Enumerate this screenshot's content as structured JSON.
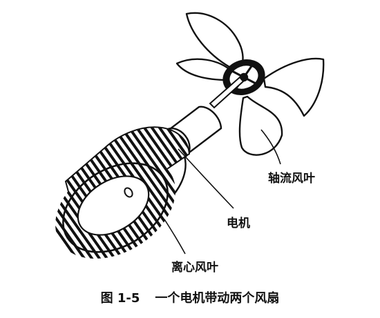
{
  "labels": {
    "axial_fan": "轴流风叶",
    "motor": "电机",
    "centrifugal_fan": "离心风叶"
  },
  "caption": {
    "number": "图 1-5",
    "text": "一个电机带动两个风扇"
  },
  "colors": {
    "ink": "#111111",
    "background": "#ffffff"
  }
}
